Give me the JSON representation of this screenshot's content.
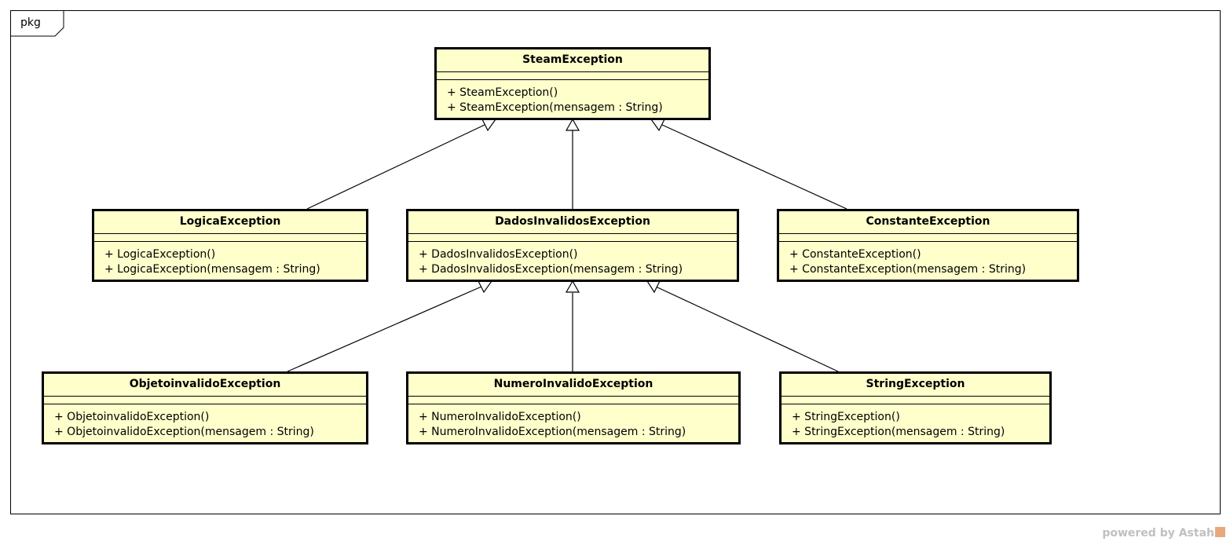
{
  "package": {
    "label": "pkg"
  },
  "classes": {
    "steam": {
      "name": "SteamException",
      "ops": [
        "+ SteamException()",
        "+ SteamException(mensagem : String)"
      ]
    },
    "logica": {
      "name": "LogicaException",
      "ops": [
        "+ LogicaException()",
        "+ LogicaException(mensagem : String)"
      ]
    },
    "dados": {
      "name": "DadosInvalidosException",
      "ops": [
        "+ DadosInvalidosException()",
        "+ DadosInvalidosException(mensagem : String)"
      ]
    },
    "constante": {
      "name": "ConstanteException",
      "ops": [
        "+ ConstanteException()",
        "+ ConstanteException(mensagem : String)"
      ]
    },
    "objeto": {
      "name": "ObjetoinvalidoException",
      "ops": [
        "+ ObjetoinvalidoException()",
        "+ ObjetoinvalidoException(mensagem : String)"
      ]
    },
    "numero": {
      "name": "NumeroInvalidoException",
      "ops": [
        "+ NumeroInvalidoException()",
        "+ NumeroInvalidoException(mensagem : String)"
      ]
    },
    "string": {
      "name": "StringException",
      "ops": [
        "+ StringException()",
        "+ StringException(mensagem : String)"
      ]
    }
  },
  "generalizations": [
    {
      "child": "LogicaException",
      "parent": "SteamException"
    },
    {
      "child": "DadosInvalidosException",
      "parent": "SteamException"
    },
    {
      "child": "ConstanteException",
      "parent": "SteamException"
    },
    {
      "child": "ObjetoinvalidoException",
      "parent": "DadosInvalidosException"
    },
    {
      "child": "NumeroInvalidoException",
      "parent": "DadosInvalidosException"
    },
    {
      "child": "StringException",
      "parent": "DadosInvalidosException"
    }
  ],
  "watermark": {
    "text": "powered by Astah"
  }
}
